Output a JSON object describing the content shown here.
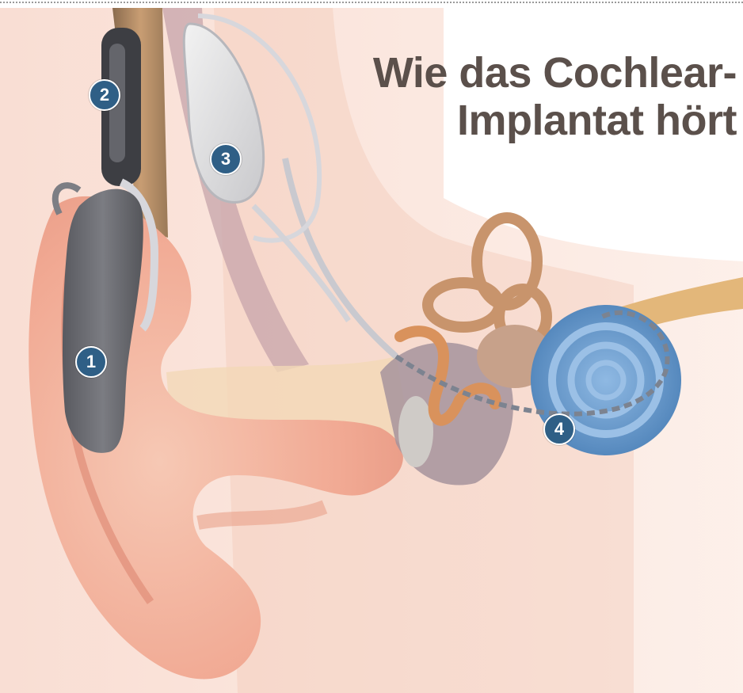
{
  "title": {
    "line1": "Wie das Cochlear-",
    "line2": "Implantat hört"
  },
  "markers": [
    {
      "label": "1"
    },
    {
      "label": "2"
    },
    {
      "label": "3"
    },
    {
      "label": "4"
    }
  ],
  "colors": {
    "title": "#5b504b",
    "marker": "#2f5f86",
    "skin": "#f3b7a3",
    "cochlea": "#5d92c8",
    "processor": "#6e6e73"
  }
}
